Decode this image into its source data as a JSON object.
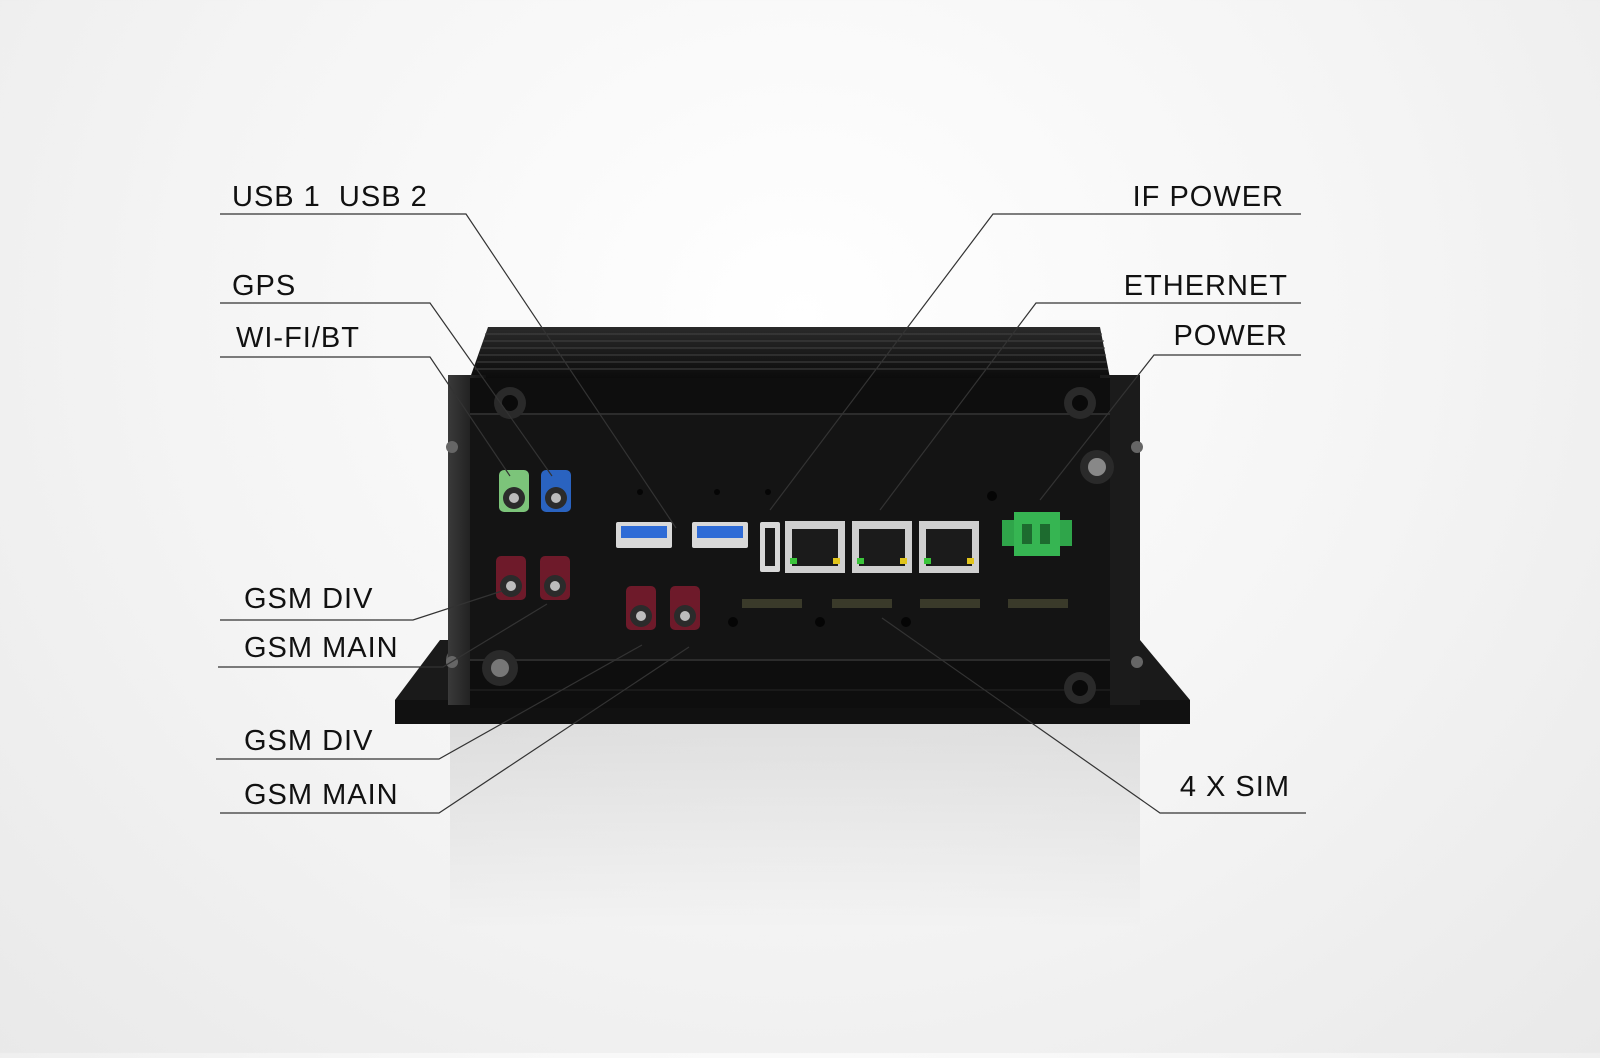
{
  "callouts": {
    "usb": "USB 1  USB 2",
    "gps": "GPS",
    "wifi_bt": "WI-FI/BT",
    "gsm_div_1": "GSM DIV",
    "gsm_main_1": "GSM MAIN",
    "gsm_div_2": "GSM DIV",
    "gsm_main_2": "GSM MAIN",
    "if_power": "IF POWER",
    "ethernet": "ETHERNET",
    "power": "POWER",
    "sim": "4 X SIM"
  },
  "colors": {
    "enclosure": "#141414",
    "gps_connector": "#7cc47a",
    "wifi_connector": "#2a63c0",
    "gsm_connector": "#6e1a2a",
    "power_terminal": "#2fa54a",
    "usb_port": "#2e6bd6",
    "leader_line": "#333333"
  },
  "device": {
    "usb_ports": 2,
    "ethernet_ports": 3,
    "sim_slots": 4,
    "gsm_connectors": 4
  }
}
